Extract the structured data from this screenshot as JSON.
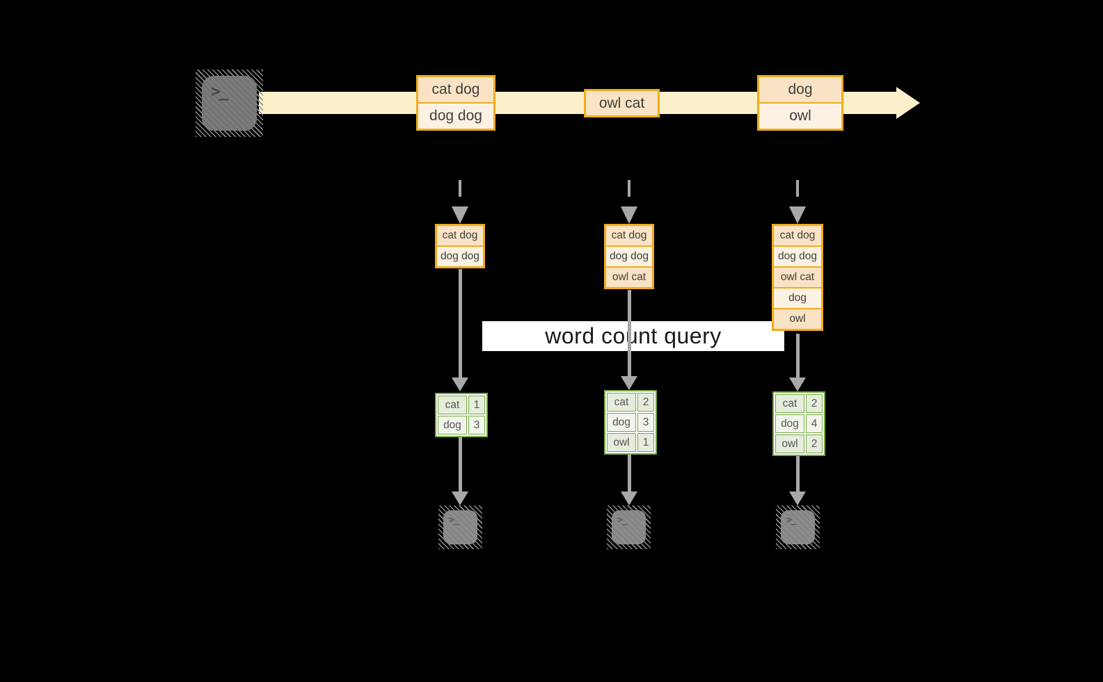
{
  "title": {
    "text": "word count query"
  },
  "stream": {
    "source": {
      "icon": "terminal-icon",
      "glyph": ">_"
    },
    "events": [
      {
        "rows": [
          "cat dog",
          "dog dog"
        ]
      },
      {
        "rows": [
          "owl cat"
        ]
      },
      {
        "rows": [
          "dog",
          "owl"
        ]
      }
    ]
  },
  "columns": [
    {
      "batch_rows": [
        "cat dog",
        "dog dog"
      ],
      "counts": [
        {
          "word": "cat",
          "count": "1"
        },
        {
          "word": "dog",
          "count": "3"
        }
      ],
      "sink": {
        "icon": "terminal-icon",
        "glyph": ">_"
      }
    },
    {
      "batch_rows": [
        "cat dog",
        "dog dog",
        "owl cat"
      ],
      "counts": [
        {
          "word": "cat",
          "count": "2"
        },
        {
          "word": "dog",
          "count": "3"
        },
        {
          "word": "owl",
          "count": "1"
        }
      ],
      "sink": {
        "icon": "terminal-icon",
        "glyph": ">_"
      }
    },
    {
      "batch_rows": [
        "cat dog",
        "dog dog",
        "owl cat",
        "dog",
        "owl"
      ],
      "counts": [
        {
          "word": "cat",
          "count": "2"
        },
        {
          "word": "dog",
          "count": "4"
        },
        {
          "word": "owl",
          "count": "2"
        }
      ],
      "sink": {
        "icon": "terminal-icon",
        "glyph": ">_"
      }
    }
  ],
  "colors": {
    "background": "#000000",
    "stream_band": "#FBF0CA",
    "box_border_gold": "#F0AC1E",
    "box_fill_peach": "#FAE3C4",
    "box_fill_cream": "#FCF2E3",
    "table_border_green": "#74A943",
    "table_cell_dark": "#E6EDDC",
    "table_cell_light": "#F2F5EC",
    "arrow_gray": "#A8A8A8",
    "terminal_gray": "#8C8C8C",
    "label_bg": "#FFFFFF",
    "text_dark": "#3F3F3F"
  }
}
